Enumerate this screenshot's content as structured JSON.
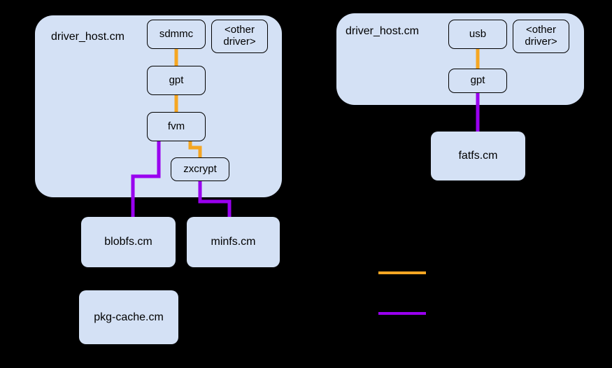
{
  "diagram": {
    "background_color": "#000000",
    "box_fill_color": "#d4e1f5",
    "box_stroke_color": "#000000",
    "edge_colors": {
      "orange": "#f5a623",
      "purple": "#9900ef"
    }
  },
  "left_group": {
    "panel_label": "driver_host.cm",
    "nodes": {
      "sdmmc": "sdmmc",
      "other_driver": "<other driver>",
      "gpt": "gpt",
      "fvm": "fvm",
      "zxcrypt": "zxcrypt"
    }
  },
  "right_group": {
    "panel_label": "driver_host.cm",
    "nodes": {
      "usb": "usb",
      "other_driver": "<other driver>",
      "gpt": "gpt"
    }
  },
  "components": {
    "blobfs": "blobfs.cm",
    "minfs": "minfs.cm",
    "pkg_cache": "pkg-cache.cm",
    "fatfs": "fatfs.cm"
  },
  "legend": {
    "items": [
      {
        "label": "",
        "color": "#f5a623"
      },
      {
        "label": "",
        "color": "#9900ef"
      }
    ]
  }
}
